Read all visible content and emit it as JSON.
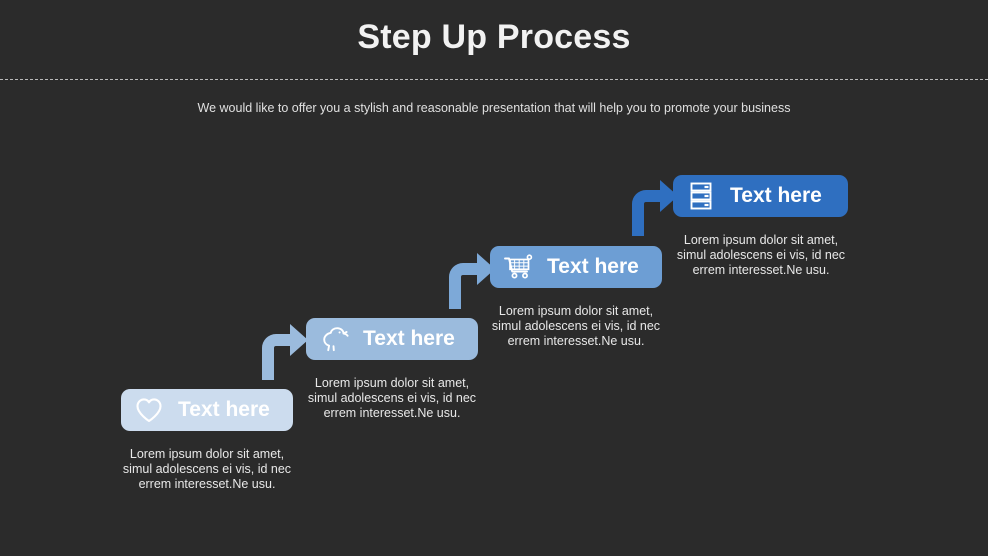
{
  "slide": {
    "title": "Step Up Process",
    "subtitle": "We would like to offer you a stylish and reasonable presentation that will help you to promote your business",
    "background_color": "#2b2b2b",
    "divider_color": "#b9b9b9"
  },
  "steps": [
    {
      "id": "step-1",
      "icon": "heart-icon",
      "label": "Text here",
      "caption": "Lorem ipsum dolor sit amet,\nsimul adolescens ei vis, id nec\nerrem interesset.Ne usu.",
      "color": "#ccdcee",
      "arrow_color": "#9bbbdd"
    },
    {
      "id": "step-2",
      "icon": "bird-icon",
      "label": "Text here",
      "caption": "Lorem ipsum dolor sit amet,\nsimul adolescens ei vis, id nec\nerrem interesset.Ne usu.",
      "color": "#9bbbdd",
      "arrow_color": "#7da9d8"
    },
    {
      "id": "step-3",
      "icon": "shopping-cart-icon",
      "label": "Text here",
      "caption": "Lorem ipsum dolor sit amet,\nsimul adolescens ei vis, id nec\nerrem interesset.Ne usu.",
      "color": "#6d9ed4",
      "arrow_color": "#6d9ed4"
    },
    {
      "id": "step-4",
      "icon": "server-rack-icon",
      "label": "Text here",
      "caption": "Lorem ipsum dolor sit amet,\nsimul adolescens ei vis, id nec\nerrem interesset.Ne usu.",
      "color": "#2f6fc0",
      "arrow_color": "#2f6fc0"
    }
  ]
}
